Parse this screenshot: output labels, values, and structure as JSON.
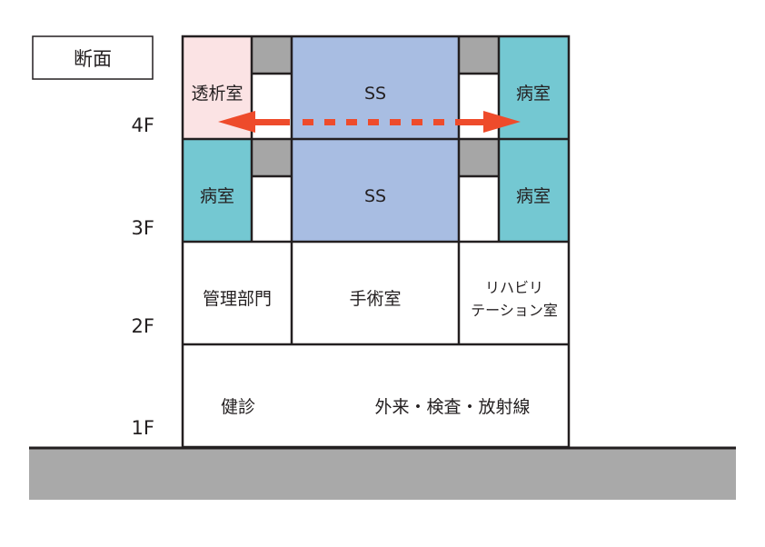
{
  "title": "断面",
  "floors": {
    "f4": "4F",
    "f3": "3F",
    "f2": "2F",
    "f1": "1F"
  },
  "rooms": {
    "dialysis": "透析室",
    "ss4": "SS",
    "ward4_right": "病室",
    "ward3_left": "病室",
    "ss3": "SS",
    "ward3_right": "病室",
    "admin": "管理部門",
    "surgery": "手術室",
    "rehab_line1": "リハビリ",
    "rehab_line2": "テーション室",
    "checkup": "健診",
    "outpatient": "外来・検査・放射線"
  },
  "colors": {
    "dialysis": "#fbe3e4",
    "ward": "#74c8d2",
    "ss": "#a8bde2",
    "service_core": "#a6a6a6",
    "ground": "#a9a9a9",
    "arrow": "#ee4b2b",
    "line": "#231f20"
  }
}
